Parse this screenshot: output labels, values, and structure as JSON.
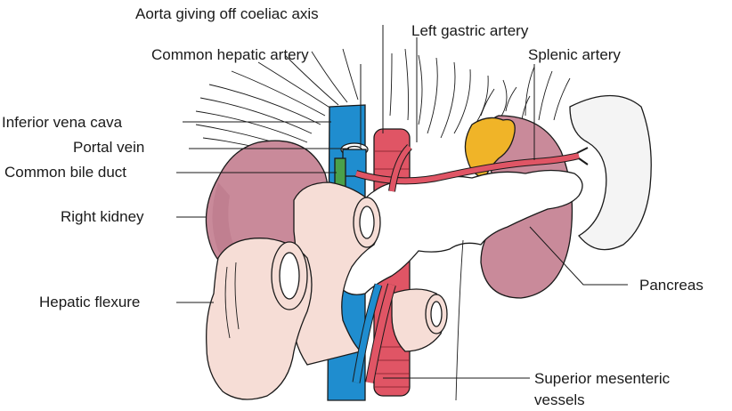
{
  "labels": {
    "aorta": "Aorta giving off coeliac axis",
    "left_gastric": "Left gastric artery",
    "common_hepatic": "Common hepatic artery",
    "splenic_artery": "Splenic artery",
    "ivc": "Inferior vena cava",
    "portal_vein": "Portal vein",
    "common_bile_duct": "Common bile duct",
    "right_kidney": "Right kidney",
    "hepatic_flexure": "Hepatic flexure",
    "pancreas": "Pancreas",
    "sup_mesenteric_1": "Superior mesenteric",
    "sup_mesenteric_2": "vessels"
  },
  "colors": {
    "kidney": "#c98a9a",
    "kidney_shade": "#b57184",
    "artery": "#e05565",
    "ivc": "#1f8dcf",
    "bile_duct": "#4aa04a",
    "spleen_gland": "#f0b428",
    "bowel": "#f6ddd6",
    "pancreas": "#ffffff",
    "spleen": "#f4f4f4"
  }
}
